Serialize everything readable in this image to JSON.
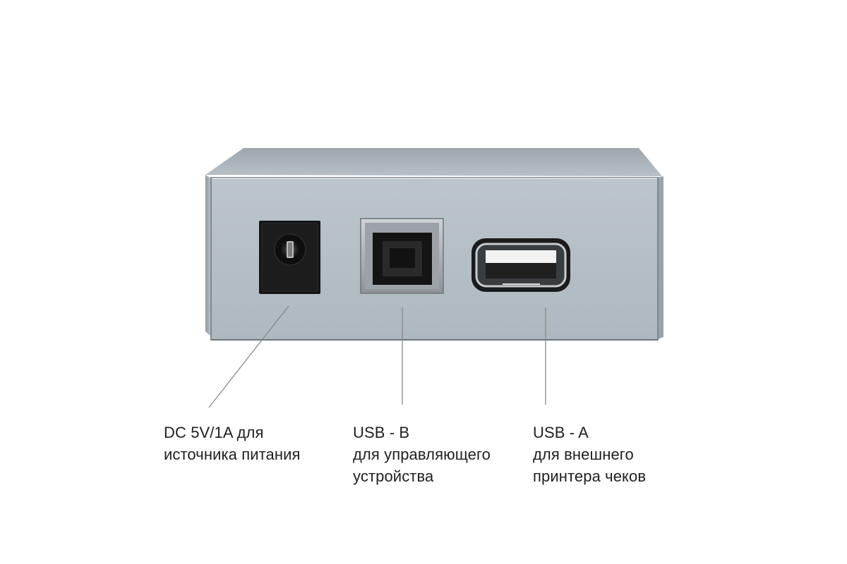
{
  "labels": {
    "dc": {
      "line1": "DC 5V/1A для",
      "line2": "источника питания"
    },
    "usb_b": {
      "line1": "USB - B",
      "line2": "для управляющего",
      "line3": "устройства"
    },
    "usb_a": {
      "line1": "USB - A",
      "line2": "для внешнего",
      "line3": "принтера чеков"
    }
  },
  "colors": {
    "panel": "#b6c0c8",
    "panel_edge": "#7f8890",
    "top_face": "#a9b1b8",
    "port_black": "#141414",
    "leader_line": "#8a8a8a",
    "text": "#1f1f1f"
  }
}
